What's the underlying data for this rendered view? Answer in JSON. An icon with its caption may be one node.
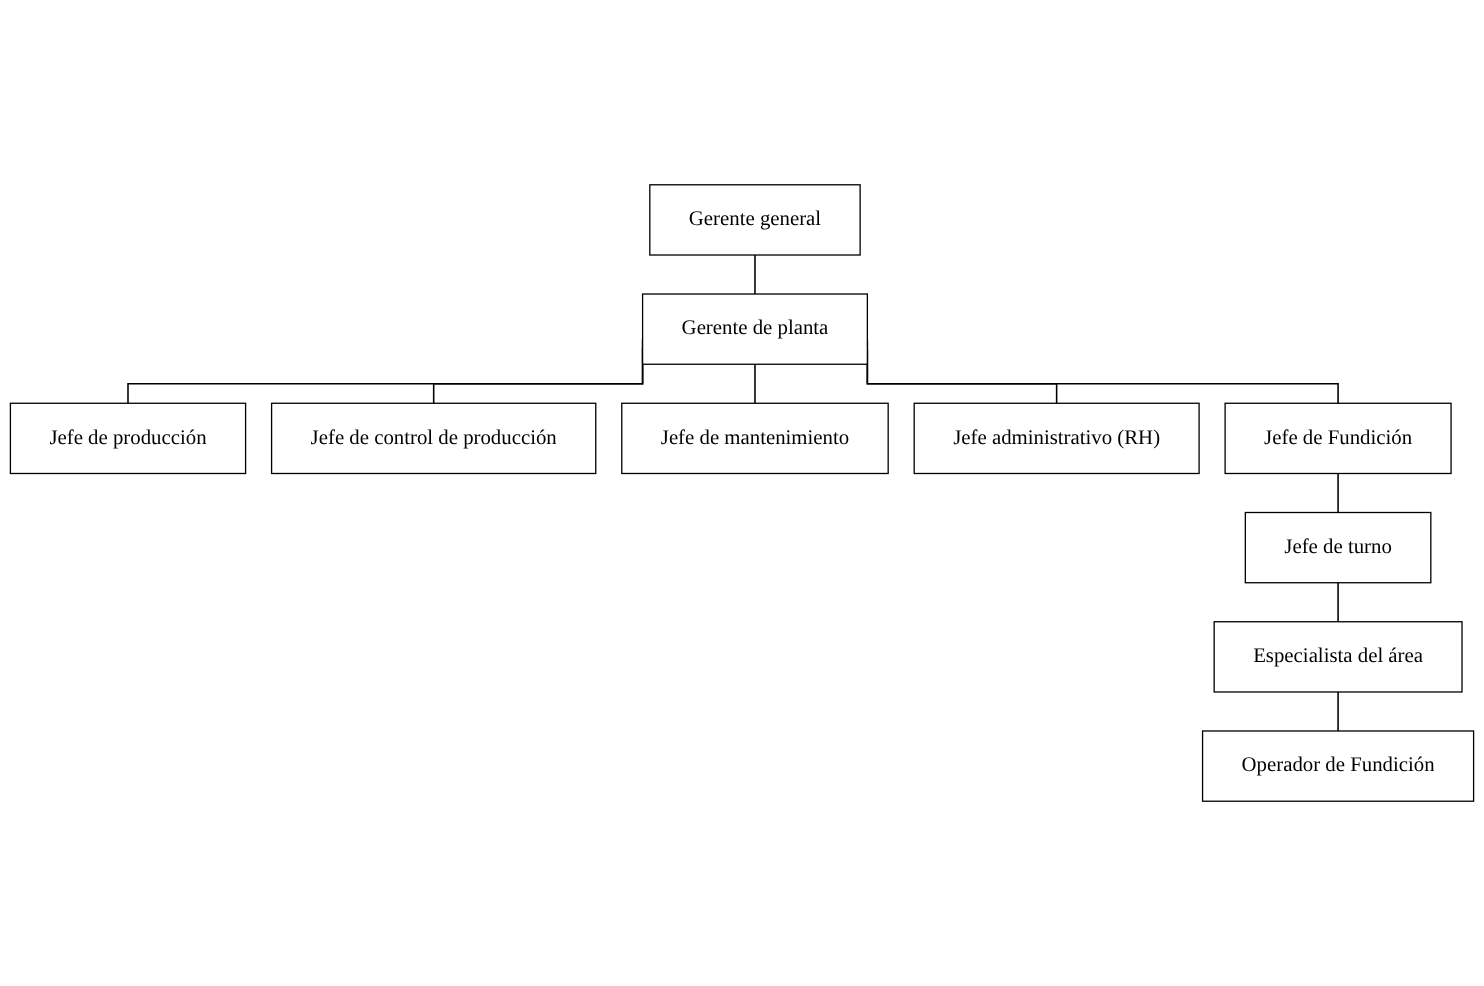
{
  "diagram": {
    "nodes": [
      {
        "text": [
          "Gerente general"
        ]
      },
      {
        "text": [
          "Gerente de planta"
        ]
      },
      {
        "text": [
          "Jefe de producción"
        ]
      },
      {
        "text": [
          "Jefe de control de producción"
        ]
      },
      {
        "text": [
          "Jefe de mantenimiento"
        ]
      },
      {
        "text": [
          "Jefe administrativo (RH)"
        ]
      },
      {
        "text": [
          "Jefe de Fundición"
        ]
      },
      {
        "text": [
          "Jefe de turno"
        ]
      },
      {
        "text": [
          "Especialista del área"
        ]
      },
      {
        "text": [
          "Operador de Fundición"
        ]
      }
    ],
    "edges": [
      {
        "from": 0,
        "to": 1,
        "arrow": "none"
      },
      {
        "from": 1,
        "to": 2,
        "arrow": "none"
      },
      {
        "from": 1,
        "to": 3,
        "arrow": "none"
      },
      {
        "from": 1,
        "to": 6,
        "arrow": "none"
      },
      {
        "from": 1,
        "to": 4,
        "arrow": "none"
      },
      {
        "from": 1,
        "to": 5,
        "arrow": "none"
      },
      {
        "from": 6,
        "to": 7,
        "arrow": "none"
      },
      {
        "from": 7,
        "to": 8,
        "arrow": "none"
      },
      {
        "from": 8,
        "to": 9,
        "arrow": "none"
      }
    ]
  }
}
